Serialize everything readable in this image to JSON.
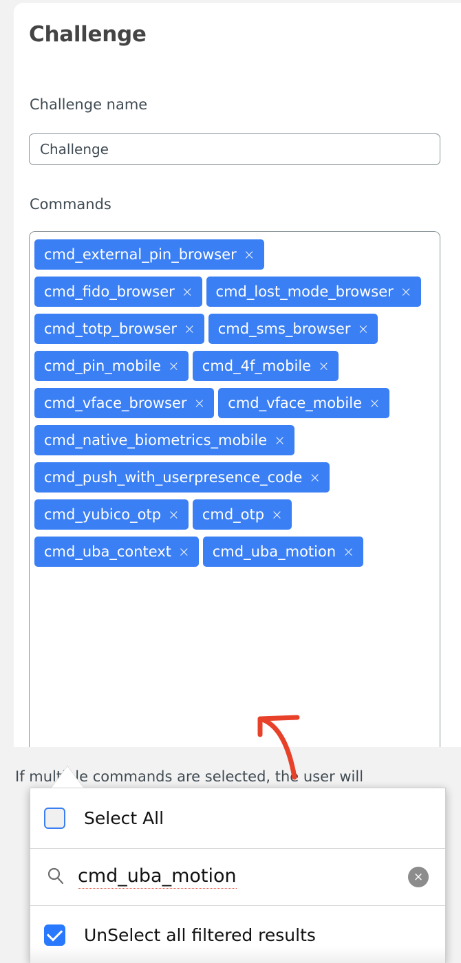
{
  "page": {
    "title": "Challenge"
  },
  "form": {
    "challenge_name": {
      "label": "Challenge name",
      "value": "Challenge",
      "placeholder": "Challenge"
    },
    "commands": {
      "label": "Commands",
      "help_text": "If multiple commands are selected, the user will",
      "tags": [
        {
          "label": "cmd_external_pin_browser",
          "remove": "×"
        },
        {
          "label": "cmd_fido_browser",
          "remove": "×"
        },
        {
          "label": "cmd_lost_mode_browser",
          "remove": "×"
        },
        {
          "label": "cmd_totp_browser",
          "remove": "×"
        },
        {
          "label": "cmd_sms_browser",
          "remove": "×"
        },
        {
          "label": "cmd_pin_mobile",
          "remove": "×"
        },
        {
          "label": "cmd_4f_mobile",
          "remove": "×"
        },
        {
          "label": "cmd_vface_browser",
          "remove": "×"
        },
        {
          "label": "cmd_vface_mobile",
          "remove": "×"
        },
        {
          "label": "cmd_native_biometrics_mobile",
          "remove": "×"
        },
        {
          "label": "cmd_push_with_userpresence_code",
          "remove": "×"
        },
        {
          "label": "cmd_yubico_otp",
          "remove": "×"
        },
        {
          "label": "cmd_otp",
          "remove": "×"
        },
        {
          "label": "cmd_uba_context",
          "remove": "×"
        },
        {
          "label": "cmd_uba_motion",
          "remove": "×"
        }
      ]
    }
  },
  "dropdown": {
    "select_all": {
      "label": "Select All",
      "checked": false
    },
    "search": {
      "value": "cmd_uba_motion",
      "placeholder": "",
      "clear_label": "×",
      "icon": "search-icon"
    },
    "unselect_filtered": {
      "label": "UnSelect all filtered results",
      "checked": true
    }
  },
  "colors": {
    "tag_blue": "#3b7ff4",
    "checkbox_blue": "#2979ff",
    "annotation_red": "#e8412a",
    "page_background": "#f2f2f2",
    "text_dark": "#3f4a52"
  }
}
